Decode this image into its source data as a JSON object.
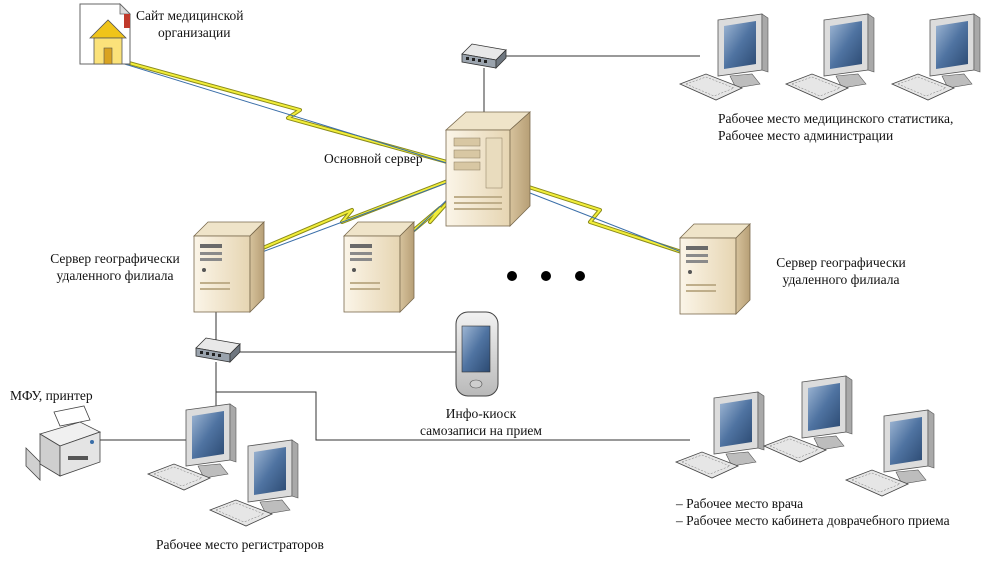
{
  "labels": {
    "site": [
      "Сайт медицинской",
      "организации"
    ],
    "main_server": "Основной сервер",
    "branch_left": [
      "Сервер географически",
      "удаленного филиала"
    ],
    "branch_right": [
      "Сервер географически",
      "удаленного филиала"
    ],
    "statistics": [
      "Рабочее место медицинского статистика,",
      "Рабочее место администрации"
    ],
    "mfu": "МФУ, принтер",
    "kiosk": [
      "Инфо-киоск",
      "самозаписи на прием"
    ],
    "registrars": "Рабочее место регистраторов",
    "doctor": [
      "– Рабочее место врача",
      "– Рабочее место кабинета доврачебного приема"
    ]
  },
  "colors": {
    "cable": "#333333",
    "wireless_outer": "#8a8a1a",
    "wireless_inner": "#f2ee3a",
    "uplink": "#3a6ea8",
    "server_light": "#f4ead4",
    "server_dark": "#c9b48e",
    "monitor_frame": "#d9d9d9",
    "monitor_screen": "#3d5f8a",
    "switch": "#9aa3ad",
    "house_wall": "#fbe27a",
    "house_roof": "#c0392b"
  },
  "icons": [
    "site-house-icon",
    "main-server-icon",
    "server-icon",
    "switch-icon",
    "workstation-icon",
    "kiosk-phone-icon",
    "printer-icon",
    "ellipsis-dots"
  ]
}
